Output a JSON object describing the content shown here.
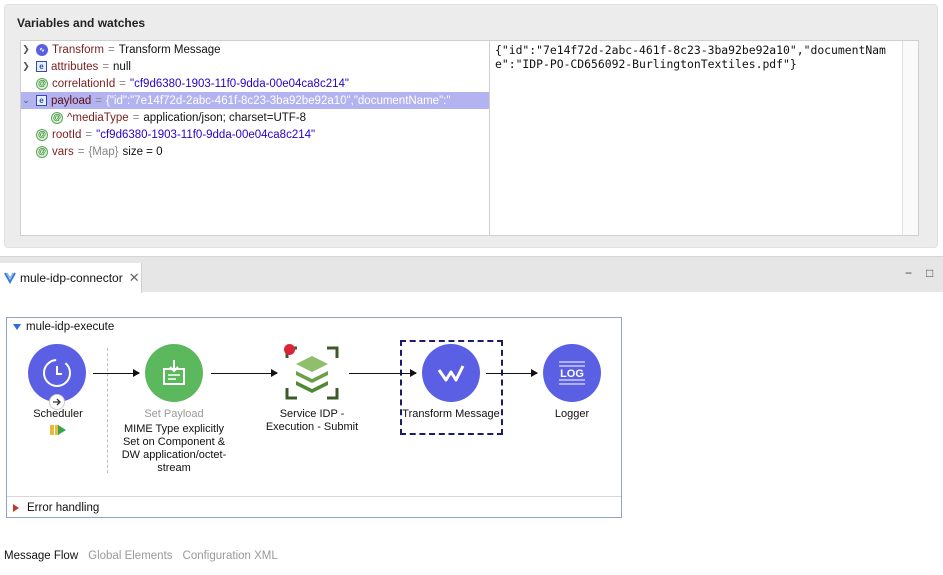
{
  "variables": {
    "title": "Variables and watches",
    "rows": [
      {
        "name": "Transform",
        "value": "Transform Message"
      },
      {
        "name": "attributes",
        "value": "null"
      },
      {
        "name": "correlationId",
        "value": "\"cf9d6380-1903-11f0-9dda-00e04ca8c214\""
      },
      {
        "name": "payload",
        "value": "{\"id\":\"7e14f72d-2abc-461f-8c23-3ba92be92a10\",\"documentName\":\""
      },
      {
        "name": "^mediaType",
        "value": "application/json; charset=UTF-8"
      },
      {
        "name": "rootId",
        "value": "\"cf9d6380-1903-11f0-9dda-00e04ca8c214\""
      },
      {
        "name": "vars",
        "type": "{Map}",
        "value": "size = 0"
      }
    ],
    "detail": "{\"id\":\"7e14f72d-2abc-461f-8c23-3ba92be92a10\",\"documentName\":\"IDP-PO-CD656092-BurlingtonTextiles.pdf\"}"
  },
  "editor_tab": {
    "label": "mule-idp-connector",
    "close": "✕",
    "minimize": "−",
    "maximize": "□"
  },
  "flow": {
    "name": "mule-idp-execute",
    "error_handling": "Error handling",
    "nodes": [
      {
        "label": "Scheduler"
      },
      {
        "label": "Set Payload",
        "sublabel": "MIME Type explicitly Set on Component & DW application/octet-stream"
      },
      {
        "label": "Service IDP - Execution - Submit"
      },
      {
        "label": "Transform Message"
      },
      {
        "label": "Logger",
        "icon_text": "LOG"
      }
    ]
  },
  "bottom_tabs": [
    "Message Flow",
    "Global Elements",
    "Configuration XML"
  ],
  "colors": {
    "mule_purple": "#5a5fe3",
    "set_payload_green": "#5cb85c",
    "selection": "#b3b3f1"
  }
}
